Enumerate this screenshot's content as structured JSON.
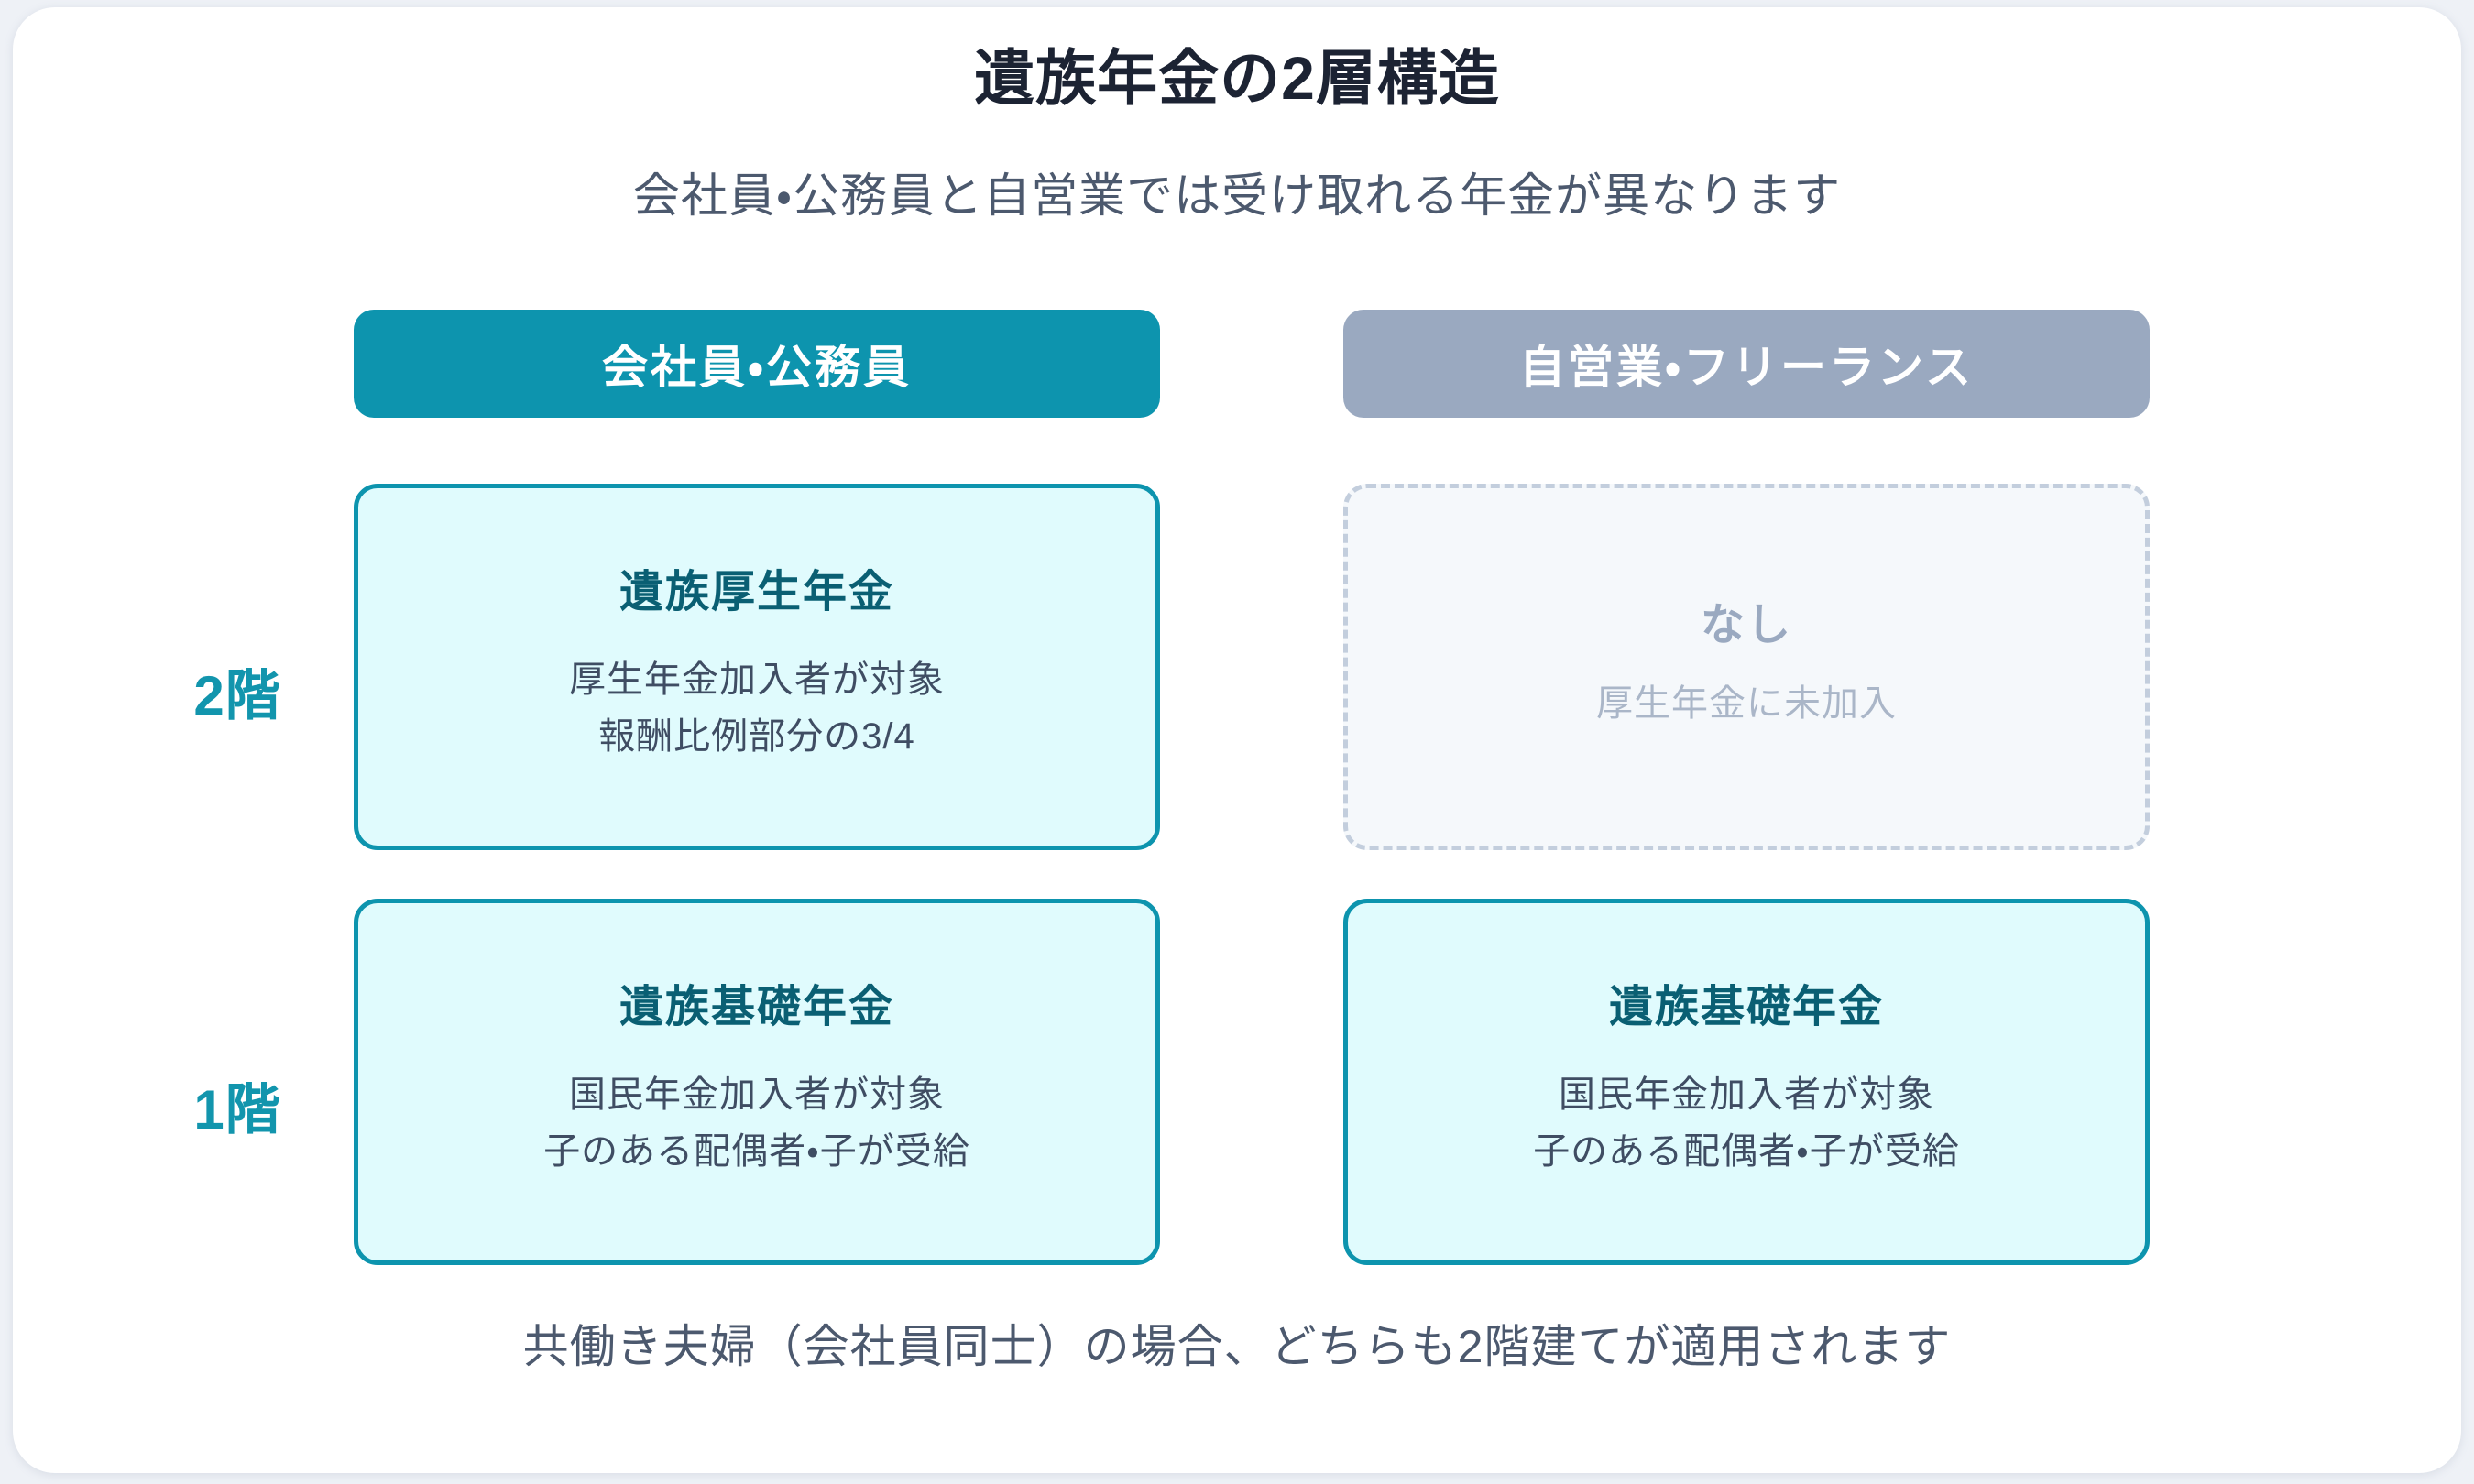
{
  "header": {
    "title": "遺族年金の2層構造",
    "subtitle": "会社員・公務員と自営業では受け取れる年金が異なります"
  },
  "floors": [
    {
      "label": "2階"
    },
    {
      "label": "1階"
    }
  ],
  "columns": [
    {
      "header_label": "会社員・公務員",
      "header_style": "accent",
      "cells": [
        {
          "state": "filled",
          "title": "遺族厚生年金",
          "lines": [
            "厚生年金加入者が対象",
            "報酬比例部分の3/4"
          ]
        },
        {
          "state": "filled",
          "title": "遺族基礎年金",
          "lines": [
            "国民年金加入者が対象",
            "子のある配偶者・子が受給"
          ]
        }
      ]
    },
    {
      "header_label": "自営業・フリーランス",
      "header_style": "neutral",
      "cells": [
        {
          "state": "empty",
          "title": "なし",
          "lines": [
            "厚生年金に未加入"
          ]
        },
        {
          "state": "filled",
          "title": "遺族基礎年金",
          "lines": [
            "国民年金加入者が対象",
            "子のある配偶者・子が受給"
          ]
        }
      ]
    }
  ],
  "footer": {
    "note": "共働き夫婦（会社員同士）の場合、どちらも2階建てが適用されます"
  },
  "colors": {
    "page_background": "#eef1f6",
    "surface": "#ffffff",
    "accent_teal": "#0d94ae",
    "accent_teal_dark": "#0a5f73",
    "neutral_slate": "#9aa9c0",
    "cell_fill": "#e0fbfd",
    "cell_empty_fill": "#f5f8fb",
    "cell_empty_border": "#c3cedd",
    "title_text": "#1c2333",
    "body_text": "#4c596e"
  }
}
